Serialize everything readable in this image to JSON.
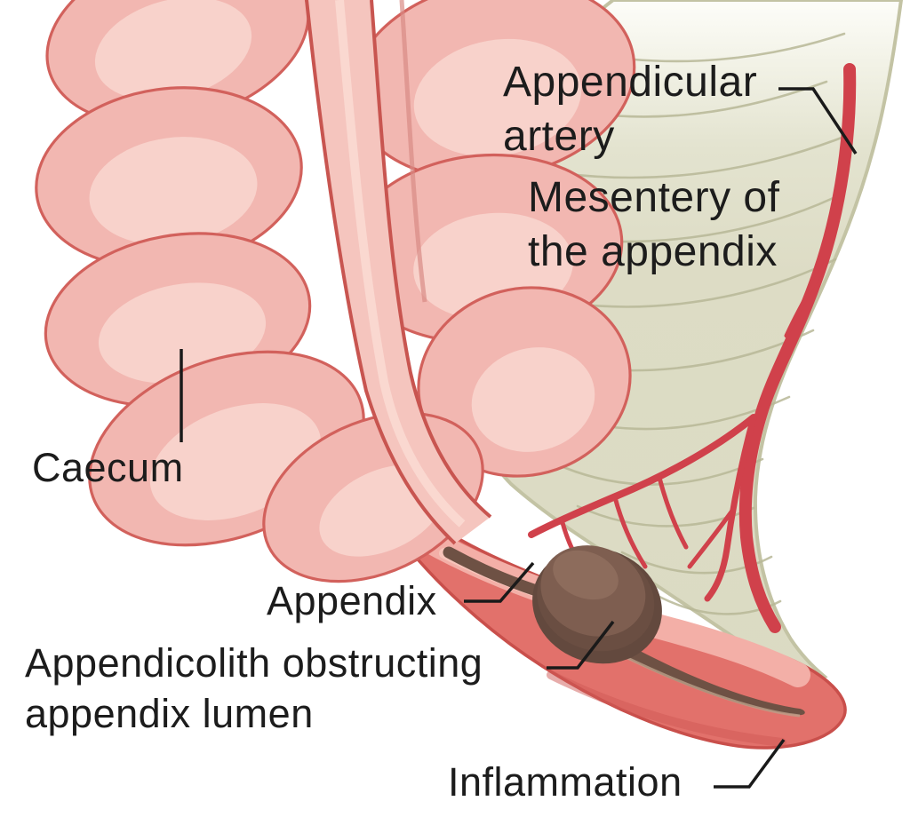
{
  "figure": {
    "type": "medical-diagram",
    "subject": "Appendicitis: obstructed and inflamed appendix at the caecum"
  },
  "labels": {
    "appendicular_artery": {
      "line1": "Appendicular",
      "line2": "artery"
    },
    "mesentery": {
      "line1": "Mesentery of",
      "line2": "the appendix"
    },
    "caecum": {
      "text": "Caecum"
    },
    "appendix": {
      "text": "Appendix"
    },
    "appendicolith": {
      "line1": "Appendicolith obstructing",
      "line2": "appendix lumen"
    },
    "inflammation": {
      "text": "Inflammation"
    }
  },
  "colors": {
    "text": "#1c1c1c",
    "leader": "#1a1a1a",
    "background": "#ffffff",
    "bowel_pink": "#f2b7b1",
    "bowel_highlight": "#f8d2cb",
    "bowel_outline": "#d2615c",
    "band_fill": "#f5c5be",
    "band_edge": "#c85550",
    "mesentery_fill": "#dcdcc4",
    "mesentery_edge": "#c3c3a4",
    "fiber": "#b7b796",
    "artery": "#d0414b",
    "appendix_fill": "#e2716b",
    "appendix_outline": "#c94f4b",
    "mucosa_light": "#f3afa7",
    "lumen_brown": "#6e5144",
    "stone_brown": "#7e5e50",
    "stone_dark": "#63493e",
    "stone_highlight": "#8d6c5c"
  }
}
